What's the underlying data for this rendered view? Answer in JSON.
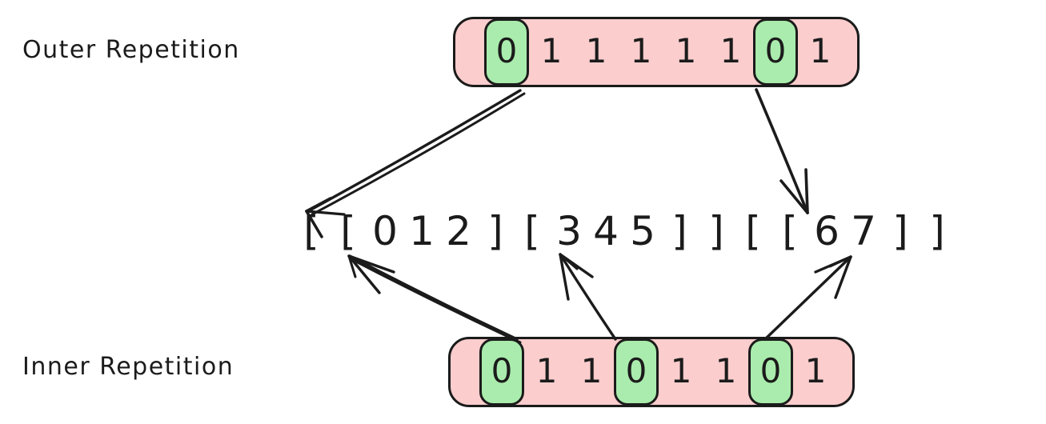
{
  "diagram": {
    "title": "Outer and Inner Repetition mapping to nested index groups",
    "background_color": "#ffffff",
    "ink_color": "#1b1b1b",
    "highlight_color": "#aaecad",
    "bar_color": "#fbcdcd"
  },
  "labels": {
    "outer": "Outer Repetition",
    "inner": "Inner Repetition"
  },
  "outer_sequence": {
    "label": "Outer Repetition",
    "digits": [
      "0",
      "1",
      "1",
      "1",
      "1",
      "1",
      "0",
      "1"
    ],
    "highlighted_indices": [
      0,
      6
    ],
    "bit_string": "01111101"
  },
  "inner_sequence": {
    "label": "Inner Repetition",
    "digits": [
      "0",
      "1",
      "1",
      "0",
      "1",
      "1",
      "0",
      "1"
    ],
    "highlighted_indices": [
      0,
      3,
      6
    ],
    "bit_string": "01101101"
  },
  "expression": {
    "text": "[ [ 0 1 2 ] [ 3 4 5 ] ] [ [ 6 7 ] ]",
    "tokens": [
      "[",
      "[",
      "0",
      "1",
      "2",
      "]",
      "[",
      "3",
      "4",
      "5",
      "]",
      "]",
      "[",
      "[",
      "6",
      "7",
      "]",
      "]"
    ]
  },
  "arrows": {
    "outer": [
      {
        "name": "outer-zero-1-to-open-bracket-1",
        "from": "outer digit 0 (index 0)",
        "to": "expression token [ (index 0)"
      },
      {
        "name": "outer-zero-2-to-open-bracket-13",
        "from": "outer digit 0 (index 6)",
        "to": "expression token [ (index 12)"
      }
    ],
    "inner": [
      {
        "name": "inner-zero-1-to-open-bracket-2",
        "from": "inner digit 0 (index 0)",
        "to": "expression token [ (index 1)"
      },
      {
        "name": "inner-zero-2-to-open-bracket-7",
        "from": "inner digit 0 (index 3)",
        "to": "expression token [ (index 6)"
      },
      {
        "name": "inner-zero-3-to-open-bracket-14",
        "from": "inner digit 0 (index 6)",
        "to": "expression token [ (index 13)"
      }
    ]
  }
}
